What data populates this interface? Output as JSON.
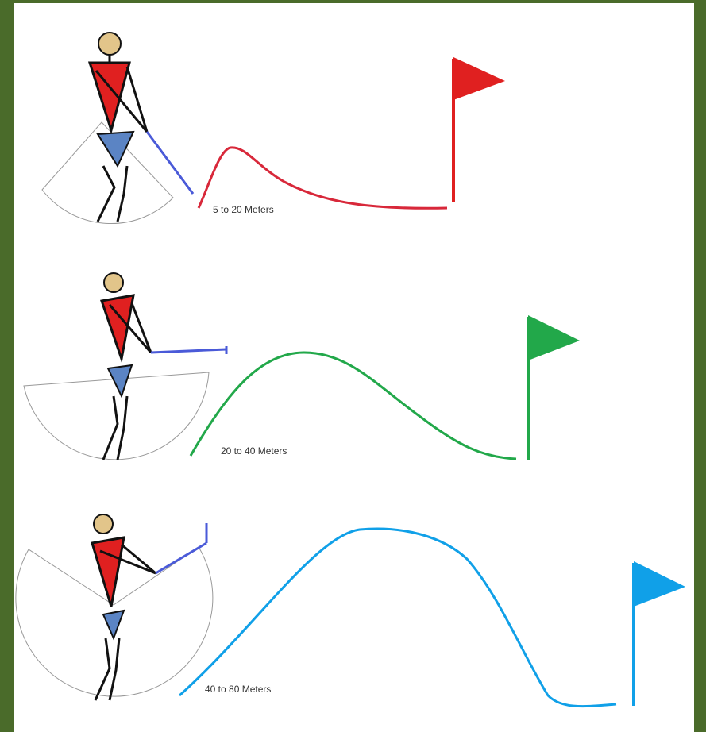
{
  "colors": {
    "background": "#4a6b2a",
    "panel": "#ffffff",
    "shirt": "#e02020",
    "shorts": "#5b84c4",
    "skin": "#e2c58a",
    "club": "#4a5ad8",
    "arc": "#999999"
  },
  "shots": [
    {
      "label": "5 to 20 Meters",
      "color": "#d8283a"
    },
    {
      "label": "20 to 40 Meters",
      "color": "#22a84a"
    },
    {
      "label": "40 to 80 Meters",
      "color": "#10a0e8"
    }
  ]
}
